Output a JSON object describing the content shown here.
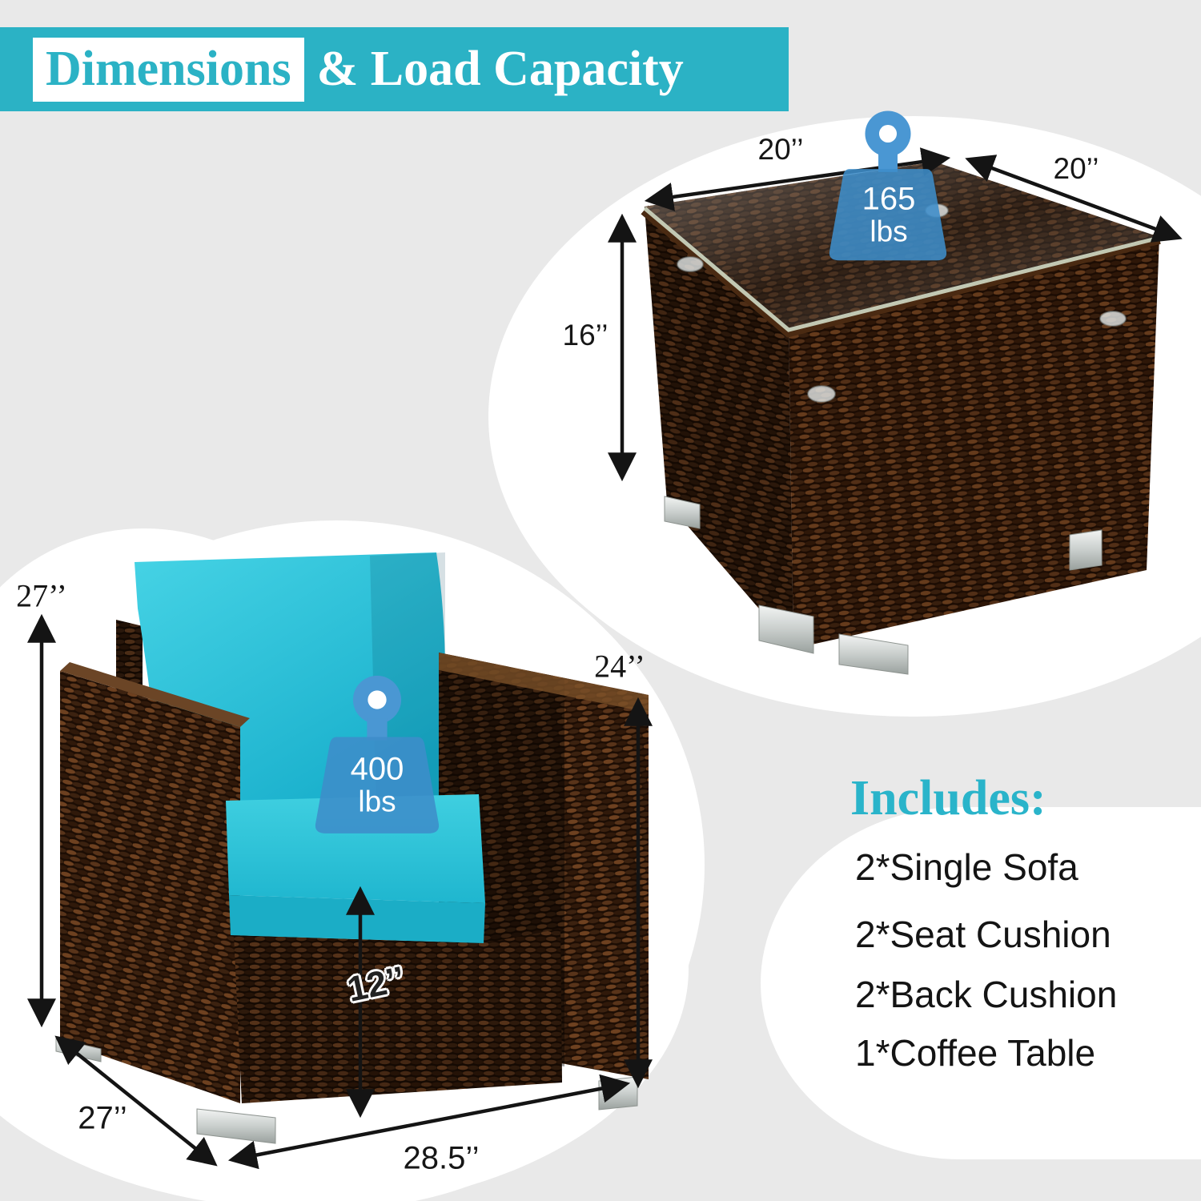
{
  "banner": {
    "highlight": "Dimensions",
    "rest": "& Load Capacity"
  },
  "table": {
    "top_width_label": "20’’",
    "side_depth_label": "20’’",
    "height_label": "16’’",
    "load": {
      "value": "165",
      "unit": "lbs"
    }
  },
  "sofa": {
    "total_height_label": "27’’",
    "back_height_label": "24’’",
    "seat_height_label": "12’’",
    "depth_label": "27’’",
    "width_label": "28.5’’",
    "load": {
      "value": "400",
      "unit": "lbs"
    }
  },
  "includes": {
    "title": "Includes:",
    "items": [
      "2*Single Sofa",
      "2*Seat Cushion",
      "2*Back Cushion",
      "1*Coffee Table"
    ]
  },
  "colors": {
    "teal": "#2bb2c5",
    "includes_teal": "#2ab4ca",
    "icon_blue": "#3e8dca",
    "cushion_turquoise": "#2bc2d7"
  }
}
